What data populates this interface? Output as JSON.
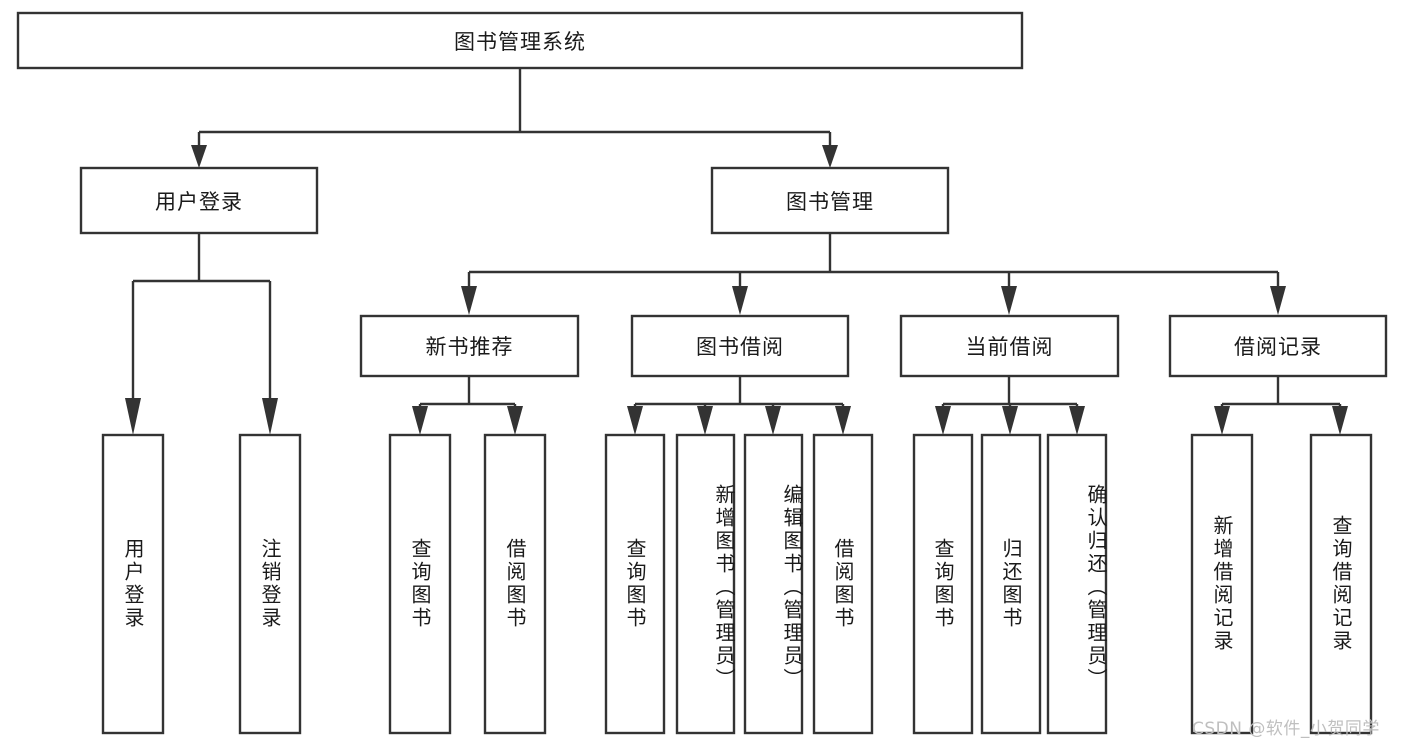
{
  "diagram": {
    "type": "tree-hierarchy",
    "title": "图书管理系统",
    "watermark": "CSDN @软件_小贺同学",
    "colors": {
      "stroke": "#333333",
      "fill": "#ffffff",
      "text": "#1a1a1a",
      "watermark": "#bfbfbf",
      "background": "#ffffff"
    },
    "levels": [
      {
        "level": 0,
        "nodes": [
          {
            "id": "root",
            "label": "图书管理系统",
            "orientation": "horizontal"
          }
        ]
      },
      {
        "level": 1,
        "nodes": [
          {
            "id": "user-login",
            "label": "用户登录",
            "orientation": "horizontal",
            "parent": "root"
          },
          {
            "id": "book-manage",
            "label": "图书管理",
            "orientation": "horizontal",
            "parent": "root"
          }
        ]
      },
      {
        "level": 2,
        "nodes": [
          {
            "id": "new-book-recommend",
            "label": "新书推荐",
            "orientation": "horizontal",
            "parent": "book-manage"
          },
          {
            "id": "book-borrow",
            "label": "图书借阅",
            "orientation": "horizontal",
            "parent": "book-manage"
          },
          {
            "id": "current-borrow",
            "label": "当前借阅",
            "orientation": "horizontal",
            "parent": "book-manage"
          },
          {
            "id": "borrow-record",
            "label": "借阅记录",
            "orientation": "horizontal",
            "parent": "book-manage"
          }
        ]
      },
      {
        "level": 3,
        "nodes": [
          {
            "id": "leaf-user-login",
            "label": "用户登录",
            "orientation": "vertical",
            "parent": "user-login"
          },
          {
            "id": "leaf-user-logout",
            "label": "注销登录",
            "orientation": "vertical",
            "parent": "user-login"
          },
          {
            "id": "leaf-query-book-1",
            "label": "查询图书",
            "orientation": "vertical",
            "parent": "new-book-recommend"
          },
          {
            "id": "leaf-borrow-book-1",
            "label": "借阅图书",
            "orientation": "vertical",
            "parent": "new-book-recommend"
          },
          {
            "id": "leaf-query-book-2",
            "label": "查询图书",
            "orientation": "vertical",
            "parent": "book-borrow"
          },
          {
            "id": "leaf-add-book",
            "label": "新增图书（管理员）",
            "orientation": "vertical",
            "parent": "book-borrow"
          },
          {
            "id": "leaf-edit-book",
            "label": "编辑图书（管理员）",
            "orientation": "vertical",
            "parent": "book-borrow"
          },
          {
            "id": "leaf-borrow-book-2",
            "label": "借阅图书",
            "orientation": "vertical",
            "parent": "book-borrow"
          },
          {
            "id": "leaf-query-book-3",
            "label": "查询图书",
            "orientation": "vertical",
            "parent": "current-borrow"
          },
          {
            "id": "leaf-return-book",
            "label": "归还图书",
            "orientation": "vertical",
            "parent": "current-borrow"
          },
          {
            "id": "leaf-confirm-return",
            "label": "确认归还（管理员）",
            "orientation": "vertical",
            "parent": "current-borrow"
          },
          {
            "id": "leaf-add-record",
            "label": "新增借阅记录",
            "orientation": "vertical",
            "parent": "borrow-record"
          },
          {
            "id": "leaf-query-record",
            "label": "查询借阅记录",
            "orientation": "vertical",
            "parent": "borrow-record"
          }
        ]
      }
    ]
  }
}
